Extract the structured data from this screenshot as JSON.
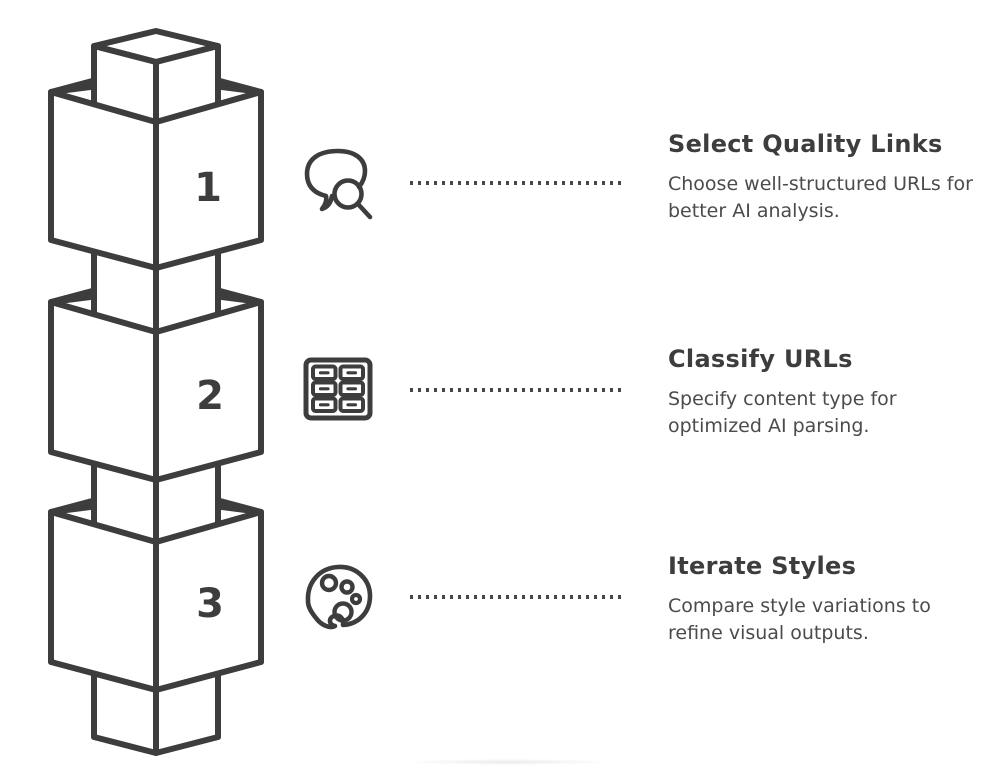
{
  "colors": {
    "background": "#ffffff",
    "stroke": "#3d3d3d",
    "heading_text": "#3d3d3d",
    "body_text": "#4b4b4b",
    "dotted_connector": "#474747"
  },
  "tower": {
    "blocks": [
      {
        "number": "1"
      },
      {
        "number": "2"
      },
      {
        "number": "3"
      }
    ]
  },
  "steps": [
    {
      "icon": "chat-search-icon",
      "title": "Select Quality Links",
      "description": "Choose well-structured URLs for\nbetter AI analysis."
    },
    {
      "icon": "drawer-grid-icon",
      "title": "Classify URLs",
      "description": "Specify content type for\noptimized AI parsing."
    },
    {
      "icon": "palette-icon",
      "title": "Iterate Styles",
      "description": "Compare style variations to\nrefine visual outputs."
    }
  ]
}
